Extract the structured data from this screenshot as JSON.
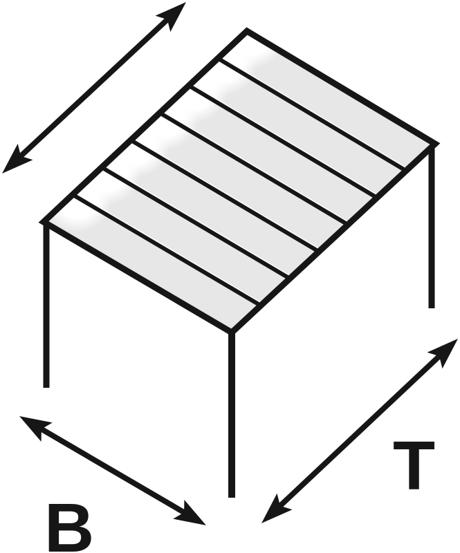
{
  "diagram": {
    "description": "Isometric line drawing of a pergola / patio canopy with slatted roof and three visible posts, annotated with width and depth dimension arrows",
    "labels": {
      "width": "B",
      "depth": "T"
    },
    "slat_count": 7,
    "rail_count": 6,
    "visible_post_count": 3,
    "arrow_count": 3,
    "colors": {
      "ink": "#161616",
      "slat_fill": "#e7e7e7",
      "highlight": "#ffffff",
      "background": "#ffffff"
    }
  }
}
